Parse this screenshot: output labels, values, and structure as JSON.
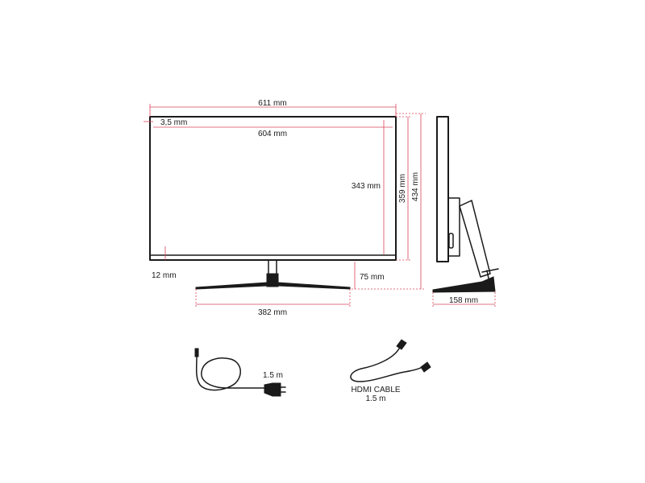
{
  "dimensions": {
    "overall_width": "611 mm",
    "bezel": "3,5 mm",
    "screen_width": "604 mm",
    "screen_height": "343 mm",
    "panel_height": "359 mm",
    "total_height": "434 mm",
    "bottom_bezel": "12 mm",
    "stand_height": "75 mm",
    "stand_width": "382 mm",
    "stand_depth": "158 mm"
  },
  "accessories": {
    "power_cable_length": "1.5 m",
    "hdmi_label": "HDMI CABLE",
    "hdmi_length": "1.5 m"
  },
  "colors": {
    "outline": "#1a1a1a",
    "dimension_line": "#d9455a"
  }
}
